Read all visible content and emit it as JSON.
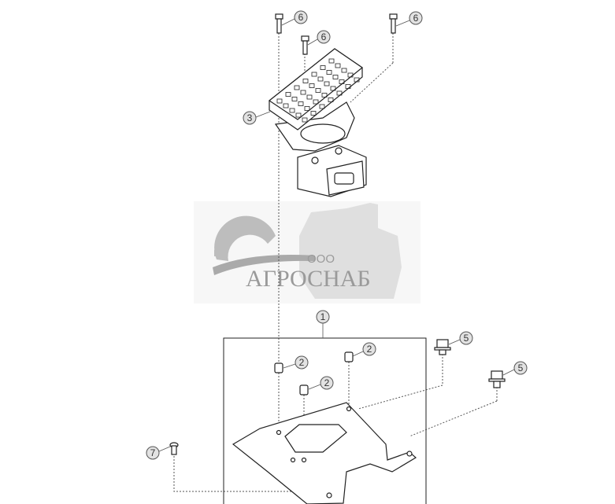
{
  "diagram": {
    "callouts": [
      {
        "label": "6",
        "part": "bolt"
      },
      {
        "label": "6",
        "part": "bolt"
      },
      {
        "label": "6",
        "part": "bolt"
      },
      {
        "label": "3",
        "part": "pedal"
      },
      {
        "label": "1",
        "part": "bracket"
      },
      {
        "label": "2",
        "part": "spacer"
      },
      {
        "label": "2",
        "part": "spacer"
      },
      {
        "label": "2",
        "part": "spacer"
      },
      {
        "label": "5",
        "part": "bolt"
      },
      {
        "label": "5",
        "part": "bolt"
      },
      {
        "label": "7",
        "part": "rivet"
      }
    ]
  },
  "watermark": {
    "prefix": "ООО",
    "brand": "АГРОСНАБ"
  }
}
